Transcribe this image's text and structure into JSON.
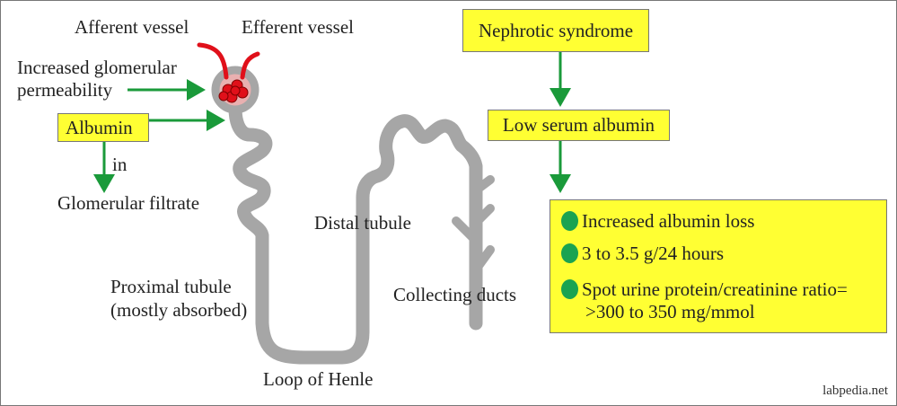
{
  "labels": {
    "afferent": "Afferent vessel",
    "efferent": "Efferent vessel",
    "permeability_line1": "Increased glomerular",
    "permeability_line2": "permeability",
    "albumin": "Albumin",
    "in": "in",
    "filtrate": "Glomerular filtrate",
    "distal": "Distal tubule",
    "proximal_line1": "Proximal tubule",
    "proximal_line2": "(mostly absorbed)",
    "collecting": "Collecting ducts",
    "henle": "Loop of Henle"
  },
  "flow": {
    "nephrotic": "Nephrotic syndrome",
    "low_albumin": "Low serum albumin"
  },
  "findings": [
    "Increased albumin loss",
    "3 to 3.5 g/24 hours",
    "Spot urine protein/creatinine ratio=",
    ">300 to 350 mg/mmol"
  ],
  "watermark": "labpedia.net",
  "colors": {
    "box_fill": "#ffff33",
    "arrow": "#1a9a3a",
    "tubule": "#a6a6a6",
    "vessel": "#e0101a",
    "bullet": "#1aa351"
  }
}
